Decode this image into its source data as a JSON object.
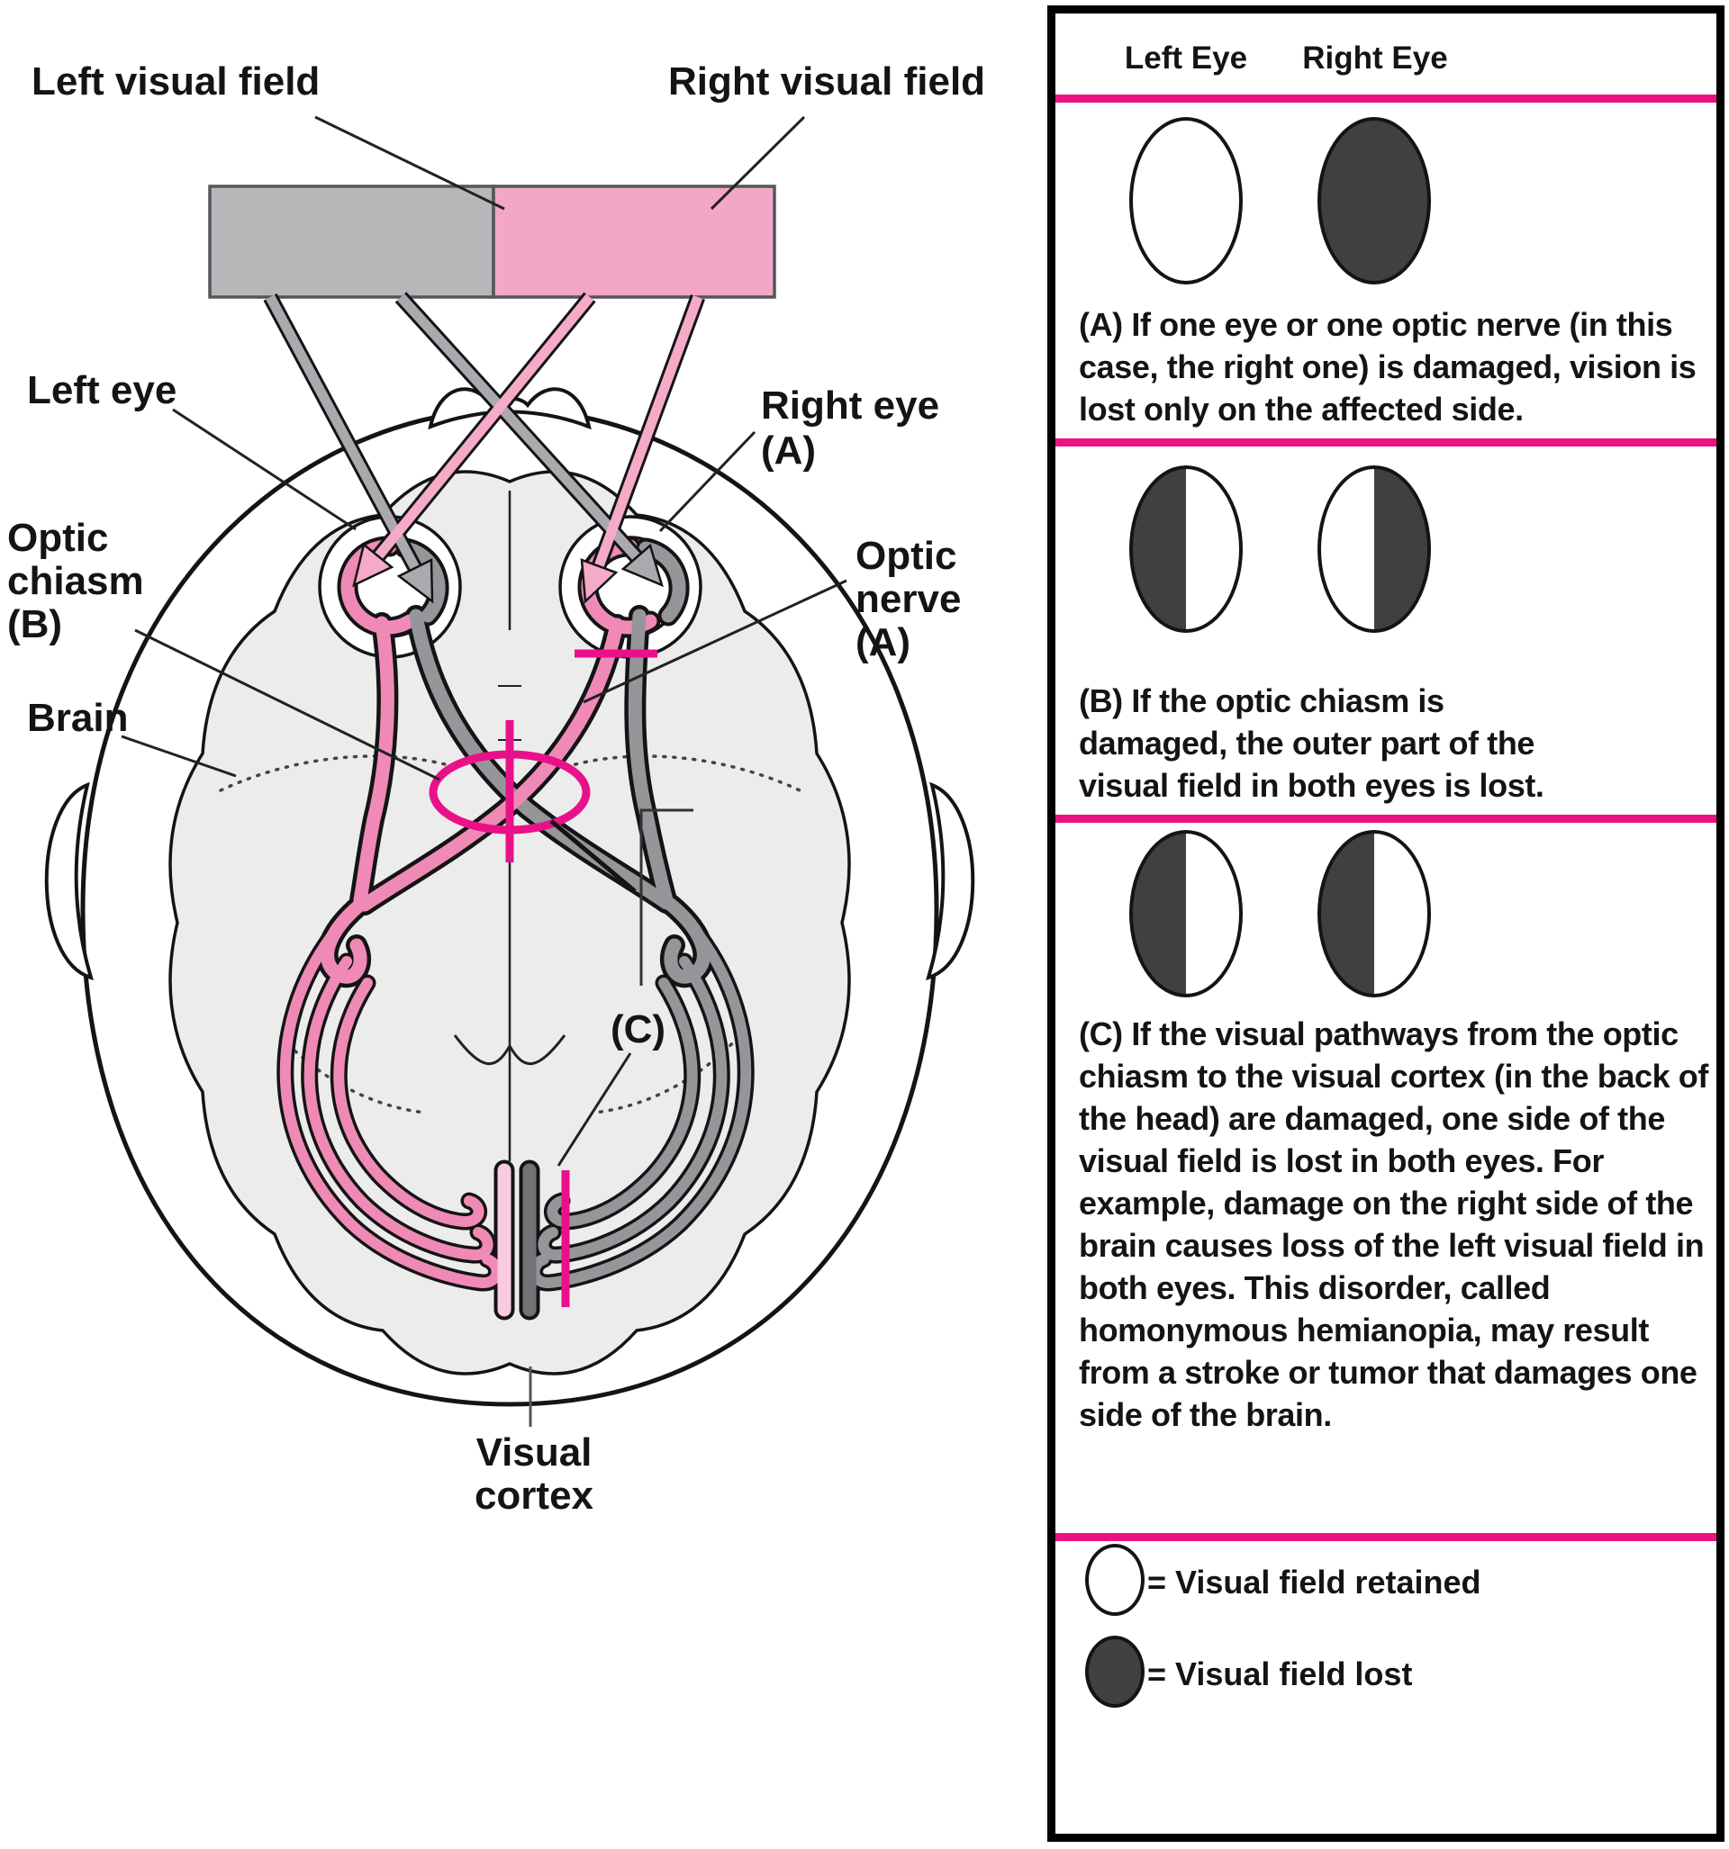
{
  "figure": {
    "colors": {
      "accent_pink": "#ec1283",
      "mark_magenta": "#e9118a",
      "field_left_gray": "#b7b7ba",
      "field_right_pink": "#f3a6c6",
      "pathway_pink": "#ef8ab6",
      "pathway_gray": "#96969a",
      "pathway_light_pink": "#f8cbdf",
      "pathway_dark_gray": "#737377",
      "lost_fill": "#404040",
      "brain_fill": "#ececec"
    },
    "diagram": {
      "labels": {
        "left_visual_field": "Left visual field",
        "right_visual_field": "Right visual field",
        "left_eye": "Left eye",
        "right_eye_1": "Right eye",
        "right_eye_2": "(A)",
        "optic_chiasm_1": "Optic",
        "optic_chiasm_2": "chiasm",
        "optic_chiasm_3": "(B)",
        "brain": "Brain",
        "optic_nerve_1": "Optic",
        "optic_nerve_2": "nerve",
        "optic_nerve_3": "(A)",
        "c_mark": "(C)",
        "visual_cortex_1": "Visual",
        "visual_cortex_2": "cortex"
      }
    },
    "panel": {
      "header_left": "Left Eye",
      "header_right": "Right Eye",
      "sections": [
        {
          "label": "A",
          "left_fill": "retained",
          "right_fill": "lost",
          "text": "(A) If one eye or one optic nerve (in this case, the right one) is damaged, vision is lost only on the affected side."
        },
        {
          "label": "B",
          "left_fill": "left-lost",
          "right_fill": "right-lost",
          "text": "(B) If the optic chiasm is damaged, the outer part of the visual field in both eyes is lost."
        },
        {
          "label": "C",
          "left_fill": "left-lost",
          "right_fill": "left-lost",
          "text": "(C) If the visual pathways from the optic chiasm to the visual cortex (in the back of the head) are damaged, one side of the visual field is lost in both eyes. For example, damage on the right side of the brain causes loss of the left visual field in both eyes. This disorder, called homonymous hemianopia, may result from a stroke or tumor that damages one side of the brain."
        }
      ],
      "legend": [
        {
          "symbol": "retained",
          "label": "= Visual field retained"
        },
        {
          "symbol": "lost",
          "label": "= Visual field lost"
        }
      ]
    }
  }
}
